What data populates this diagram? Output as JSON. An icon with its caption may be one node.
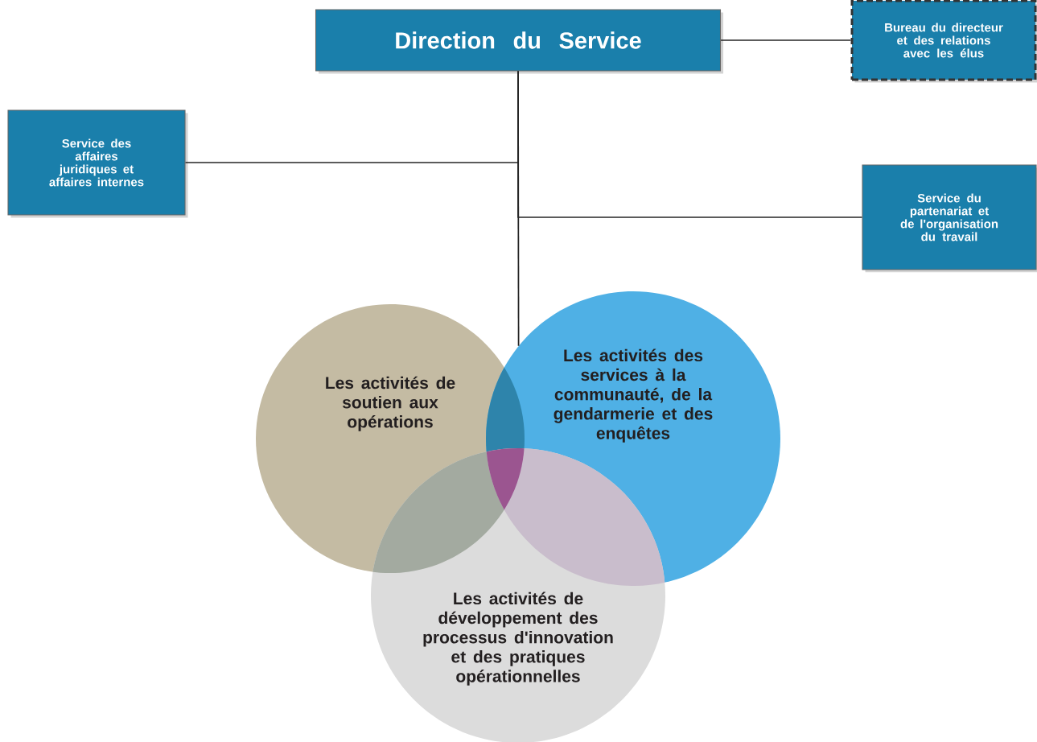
{
  "diagram": {
    "nodes": [
      {
        "text": [
          "Direction du Service"
        ]
      },
      {
        "text": [
          "Bureau du directeur et des relations avec les élus"
        ]
      },
      {
        "text": [
          "Service des affaires juridiques et affaires internes"
        ]
      },
      {
        "text": [
          "Service du partenariat et de l'organisation du travail"
        ]
      },
      {
        "text": [
          "Les activités de soutien aux opérations"
        ]
      },
      {
        "text": [
          "Les activités des services à la communauté, de la gendarmerie et des enquêtes"
        ]
      },
      {
        "text": [
          "Les activités de développement des processus d'innovation et des pratiques opérationnelles"
        ]
      }
    ],
    "edges": [
      {
        "from": 0,
        "to": 1,
        "arrow": "none"
      },
      {
        "from": 0,
        "to": 2,
        "arrow": "none"
      },
      {
        "from": 0,
        "to": 3,
        "arrow": "none"
      },
      {
        "from": 0,
        "to": 5,
        "arrow": "none"
      }
    ]
  }
}
